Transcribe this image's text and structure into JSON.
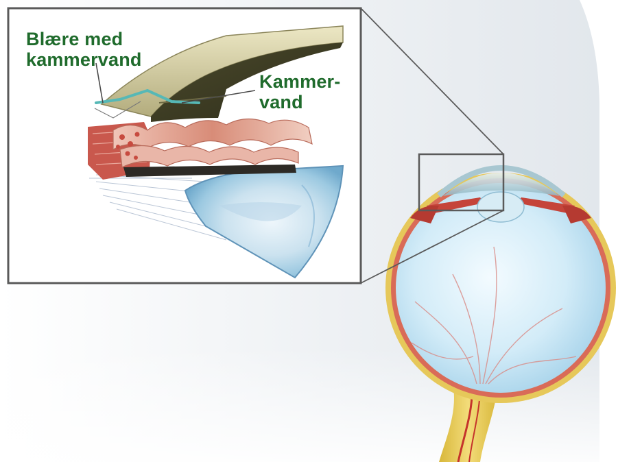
{
  "labels": {
    "bleb": [
      "Blære med",
      "kammervand"
    ],
    "aqueous": [
      "Kammer-",
      "vand"
    ]
  },
  "colors": {
    "label_text": "#1f6b2c",
    "background_tint": "#e6ebf0",
    "frame_line": "#5a5a5a",
    "sclera_yellow": "#e3c64a",
    "choroid_red": "#c8443a",
    "vitreous_blue": "#bfe2f3",
    "lens_blue": "#a9cfe3",
    "flap_olive": "#cdc69a",
    "tube_teal": "#56b8b6"
  }
}
